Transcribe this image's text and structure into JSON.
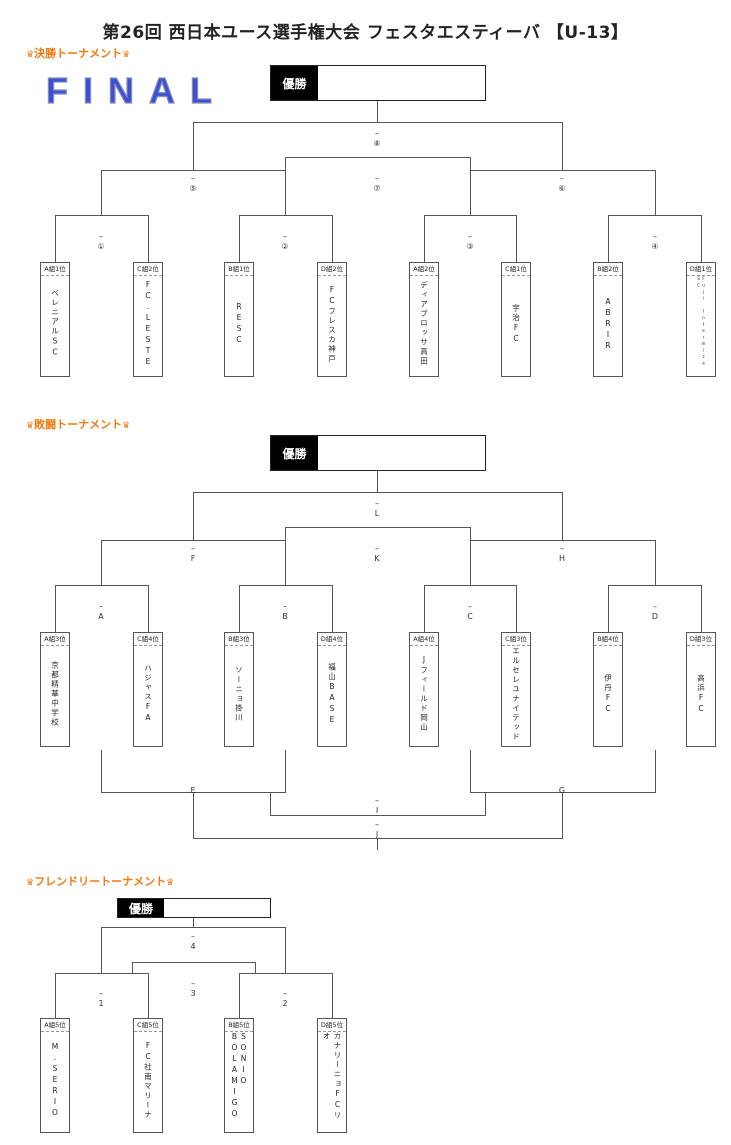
{
  "title": "第26回 西日本ユース選手権大会 フェスタエスティーバ 【U-13】",
  "crown": "♛",
  "dash": "–",
  "sections": [
    {
      "heading": "決勝トーナメント",
      "logo": "FINAL",
      "winner_label": "優勝",
      "matches": {
        "m1": "①",
        "m2": "②",
        "m3": "③",
        "m4": "④",
        "m5": "⑤",
        "m6": "⑥",
        "m7": "⑦",
        "m8": "⑧"
      },
      "teams": [
        {
          "seed": "A組1位",
          "name": "ベレニアルSC"
        },
        {
          "seed": "C組2位",
          "name": "FC.LESTE"
        },
        {
          "seed": "B組1位",
          "name": "RESC"
        },
        {
          "seed": "D組2位",
          "name": "FCフレスカ神戸"
        },
        {
          "seed": "A組2位",
          "name": "ディアブロッサ高田"
        },
        {
          "seed": "C組1位",
          "name": "宇治FC"
        },
        {
          "seed": "B組2位",
          "name": "ABRIR"
        },
        {
          "seed": "D組1位",
          "name": "Fuji Intermiza SC"
        }
      ]
    },
    {
      "heading": "敗闘トーナメント",
      "winner_label": "優勝",
      "matches": {
        "m1": "A",
        "m2": "B",
        "m3": "C",
        "m4": "D",
        "m5": "F",
        "m6": "H",
        "m7": "K",
        "m8": "L",
        "e": "E",
        "g": "G",
        "i": "I",
        "j": "J"
      },
      "teams": [
        {
          "seed": "A組3位",
          "name": "京都精華中学校"
        },
        {
          "seed": "C組4位",
          "name": "ハジャスFA"
        },
        {
          "seed": "B組3位",
          "name": "ソーニョ掛川"
        },
        {
          "seed": "D組4位",
          "name": "福山BASE"
        },
        {
          "seed": "A組4位",
          "name": "Jフィールド岡山"
        },
        {
          "seed": "C組3位",
          "name": "エルセレユナイテッド"
        },
        {
          "seed": "B組4位",
          "name": "伊丹FC"
        },
        {
          "seed": "D組3位",
          "name": "高浜FC"
        }
      ]
    },
    {
      "heading": "フレンドリートーナメント",
      "winner_label": "優勝",
      "matches": {
        "m1": "1",
        "m2": "2",
        "m3": "3",
        "m4": "4"
      },
      "teams": [
        {
          "seed": "A組5位",
          "name": "M.SERIO"
        },
        {
          "seed": "C組5位",
          "name": "FC社南マリーナ"
        },
        {
          "seed": "B組5位",
          "name": "SONIO BOLAMIGO"
        },
        {
          "seed": "D組5位",
          "name": "カナリーニョFCリオ"
        }
      ]
    }
  ]
}
